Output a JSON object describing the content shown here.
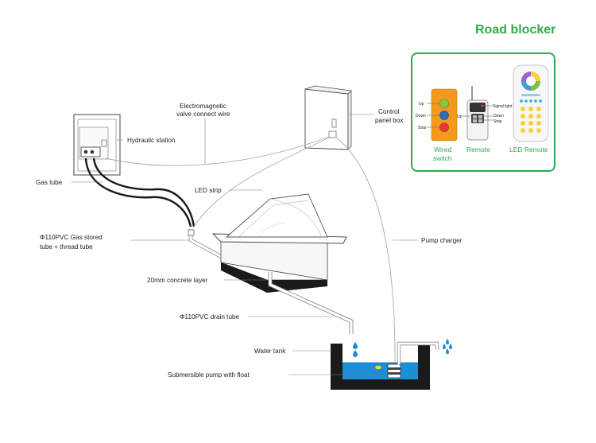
{
  "title": "Road blocker",
  "colors": {
    "accent_green": "#2eab4e",
    "water_blue": "#1a8fd8",
    "dark_fill": "#1a1a1a",
    "orange_box": "#f39a1e"
  },
  "labels": {
    "electromagnetic_line1": "Electromagnetic",
    "electromagnetic_line2": "valve connect wire",
    "control_panel_line1": "Control",
    "control_panel_line2": "panel box",
    "hydraulic_station": "Hydraulic station",
    "gas_tube": "Gas tube",
    "led_strip": "LED strip",
    "gas_stored_line1": "Φ110PVC Gas stored",
    "gas_stored_line2": "tube + thread tube",
    "pump_charger": "Pump charger",
    "concrete_layer": "20mm concrete layer",
    "drain_tube": "Φ110PVC drain tube",
    "water_tank": "Water tank",
    "submersible_pump": "Submersible pump with float"
  },
  "controls": {
    "wired_switch": {
      "caption_line1": "Wired",
      "caption_line2": "switch",
      "buttons": [
        "Up",
        "Down",
        "Stop"
      ],
      "button_colors": [
        "#8cc63f",
        "#2b6fb6",
        "#e53935"
      ]
    },
    "remote": {
      "caption": "Remote",
      "labels": [
        "Signal light",
        "Up",
        "Down",
        "Stop"
      ]
    },
    "led_remote": {
      "caption": "LED Remote"
    }
  },
  "icons": [
    "water-drop-icon",
    "water-splash-icon"
  ]
}
